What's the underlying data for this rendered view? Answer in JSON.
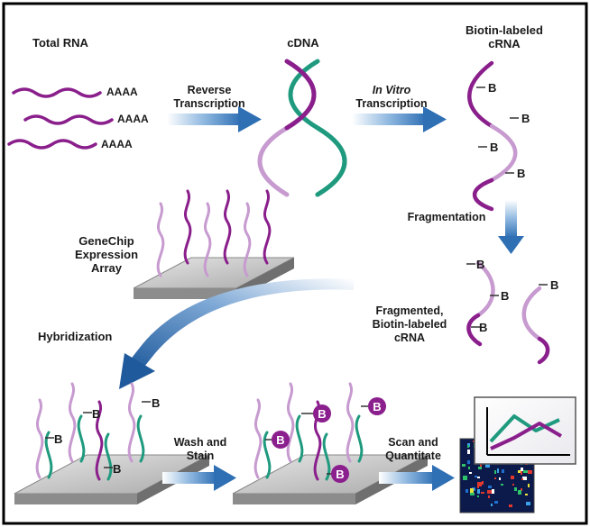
{
  "labels": {
    "total_rna": "Total RNA",
    "poly_a": "AAAA",
    "reverse": "Reverse",
    "transcription": "Transcription",
    "cdna": "cDNA",
    "in_vitro": "In Vitro",
    "biotin_labeled": "Biotin-labeled",
    "crna": "cRNA",
    "biotin": "B",
    "fragmentation": "Fragmentation",
    "genechip": "GeneChip",
    "expression": "Expression",
    "array": "Array",
    "fragmented": "Fragmented,",
    "hybridization": "Hybridization",
    "wash_and": "Wash and",
    "stain": "Stain",
    "scan_and": "Scan and",
    "quantitate": "Quantitate"
  },
  "colors": {
    "rna_purple": "#8a1f8c",
    "light_purple": "#c79ad0",
    "teal": "#1f9a7e",
    "arrow_blue": "#3c7fc4",
    "arrow_dark": "#215f9e",
    "chip_gray": "#c7c7c7",
    "badge_purple": "#8b1f8d"
  }
}
